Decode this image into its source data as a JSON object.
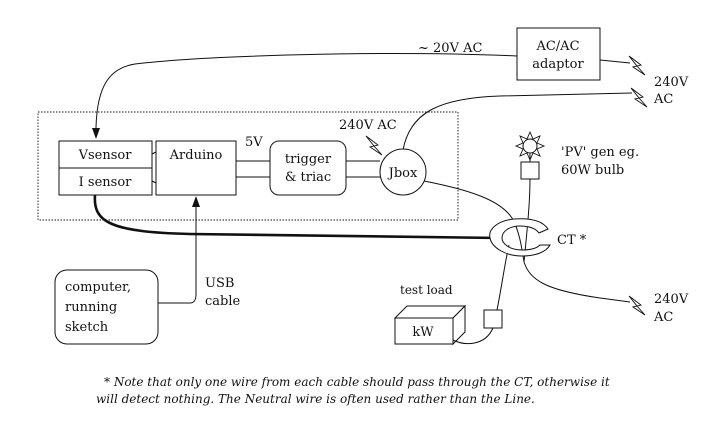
{
  "labels": {
    "adaptor_line1": "AC/AC",
    "adaptor_line2": "adaptor",
    "adaptor_output": "~ 20V AC",
    "mains_top_240v": "240V",
    "mains_top_ac": "AC",
    "vsensor": "Vsensor",
    "isensor": "I sensor",
    "arduino": "Arduino",
    "five_v": "5V",
    "trigger_line1": "trigger",
    "trigger_line2": "& triac",
    "triac_240v": "240V AC",
    "jbox": "Jbox",
    "pv_line1": "'PV' gen eg.",
    "pv_line2": "60W bulb",
    "ct": "CT *",
    "computer_line1": "computer,",
    "computer_line2": "running",
    "computer_line3": "sketch",
    "usb_line1": "USB",
    "usb_line2": "cable",
    "test_load": "test load",
    "kw": "kW",
    "mains_bottom_240v": "240V",
    "mains_bottom_ac": "AC"
  },
  "footnote": {
    "line1": "* Note that only one wire from each cable should pass through the CT, otherwise it",
    "line2": "will detect nothing.  The Neutral wire is often used rather than the Line."
  },
  "icons": [
    "lightning-bolt-icon",
    "light-bulb-icon"
  ]
}
